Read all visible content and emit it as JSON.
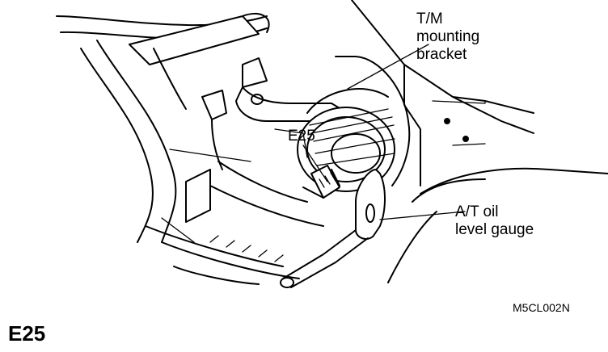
{
  "labels": {
    "tm_bracket": "T/M\nmounting\nbracket",
    "e25": "E25",
    "at_gauge": "A/T oil\nlevel gauge"
  },
  "figure_code": "M5CL002N",
  "caption": "E25"
}
